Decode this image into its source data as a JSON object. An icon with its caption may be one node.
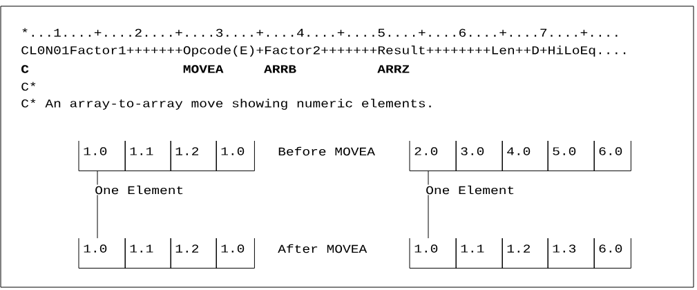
{
  "diagram": {
    "nodes": [
      {
        "text": [
          "1.0"
        ]
      },
      {
        "text": [
          "1.1"
        ]
      },
      {
        "text": [
          "1.2"
        ]
      },
      {
        "text": [
          "1.0"
        ]
      },
      {
        "text": [
          "2.0"
        ]
      },
      {
        "text": [
          "3.0"
        ]
      },
      {
        "text": [
          "4.0"
        ]
      },
      {
        "text": [
          "5.0"
        ]
      },
      {
        "text": [
          "6.0"
        ]
      },
      {
        "text": [
          "One Element"
        ]
      },
      {
        "text": [
          "One Element"
        ]
      },
      {
        "text": [
          "1.0"
        ]
      },
      {
        "text": [
          "1.1"
        ]
      },
      {
        "text": [
          "1.2"
        ]
      },
      {
        "text": [
          "1.0"
        ]
      },
      {
        "text": [
          "1.0"
        ]
      },
      {
        "text": [
          "1.1"
        ]
      },
      {
        "text": [
          "1.2"
        ]
      },
      {
        "text": [
          "1.3"
        ]
      },
      {
        "text": [
          "6.0"
        ]
      }
    ],
    "edges": [
      {
        "from": 9,
        "to": 0,
        "arrow": "none"
      },
      {
        "from": 9,
        "to": 11,
        "arrow": "none"
      },
      {
        "from": 10,
        "to": 4,
        "arrow": "none"
      },
      {
        "from": 10,
        "to": 15,
        "arrow": "none"
      }
    ],
    "labels": [
      "*...1....+....2....+....3....+....4....+....5....+....6....+....7....+....",
      "CL0N01Factor1+++++++Opcode(E)+Factor2+++++++Result++++++++Len++D+HiLoEq....",
      "**C**",
      "**MOVEA**",
      "**ARRB**",
      "**ARRZ**",
      "C*",
      "C* An array-to-array move showing numeric elements.",
      "Before MOVEA",
      "After MOVEA"
    ]
  }
}
